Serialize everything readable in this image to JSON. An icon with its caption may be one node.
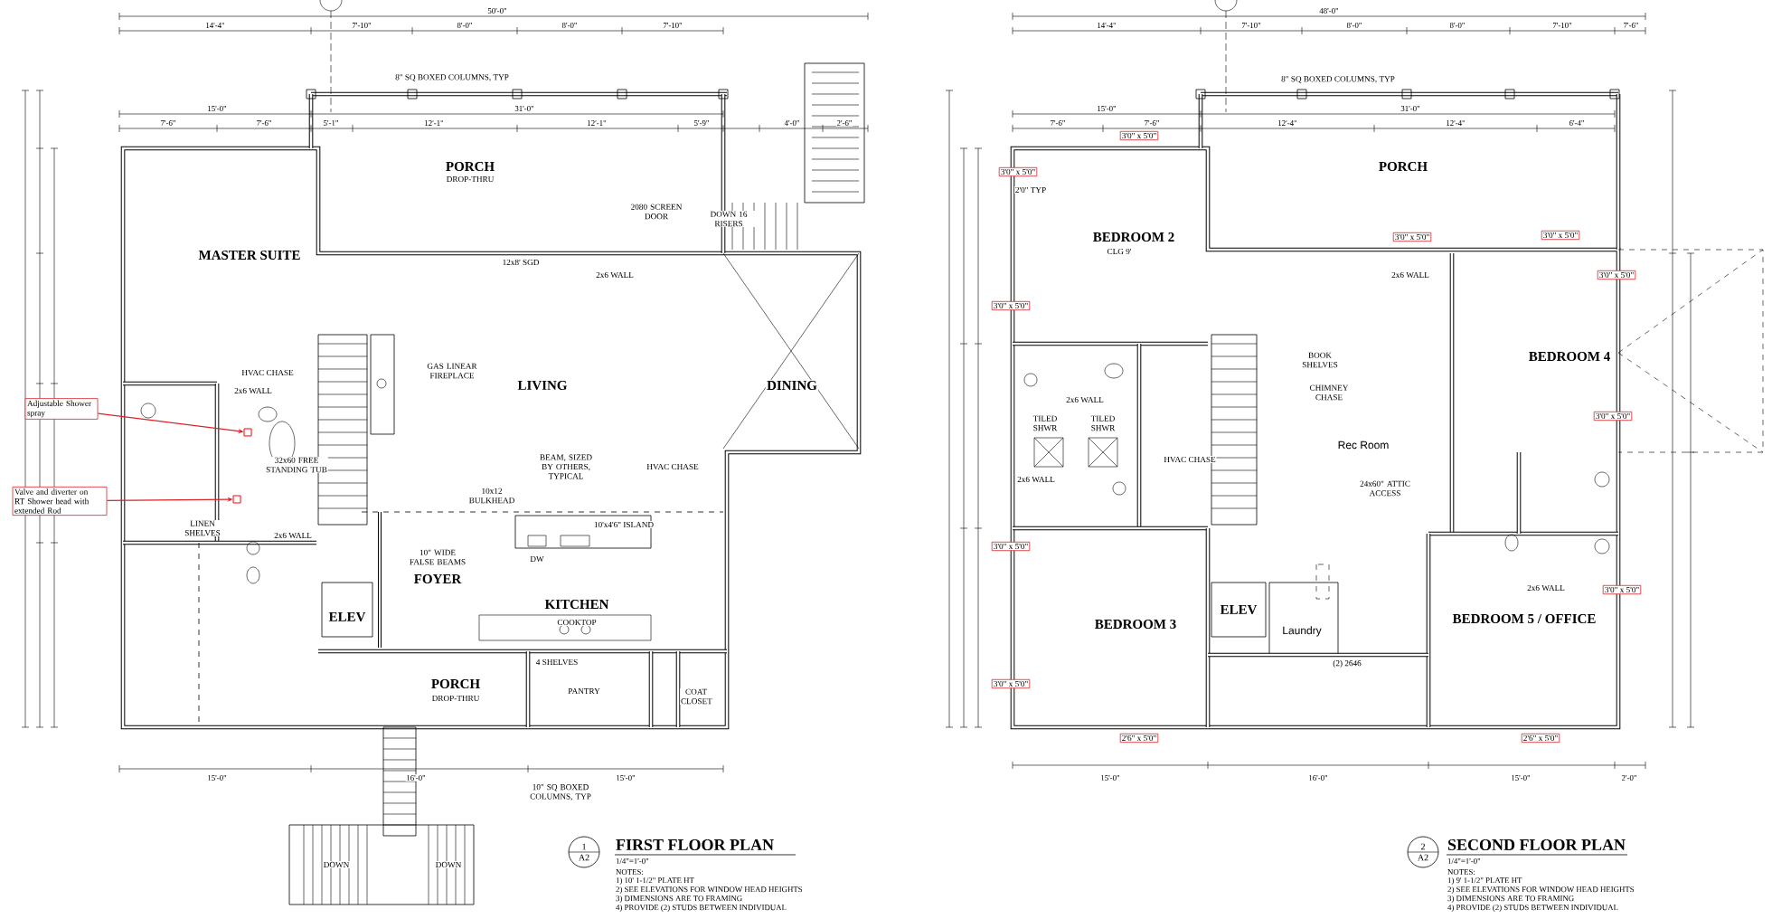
{
  "diagram": {
    "nodes": [
      {
        "text": [
          "Adjustable Shower spray"
        ]
      },
      {
        "text": [
          "Valve and diverter on RT Shower head with extended Rod"
        ]
      },
      {
        "text": [],
        "shape": "box"
      },
      {
        "text": [],
        "shape": "box"
      },
      {
        "text": [
          "1",
          "A2"
        ]
      },
      {
        "text": [
          "2",
          "A2"
        ]
      },
      {
        "text": [
          "3'0\" x 5'0\""
        ]
      },
      {
        "text": [
          "3'0\" x 5'0\""
        ]
      },
      {
        "text": [
          "3'0\" x 5'0\""
        ]
      },
      {
        "text": [
          "3'0\" x 5'0\""
        ]
      },
      {
        "text": [
          "3'0\" x 5'0\""
        ]
      },
      {
        "text": [
          "3'0\" x 5'0\""
        ]
      },
      {
        "text": [
          "3'0\" x 5'0\""
        ]
      },
      {
        "text": [
          "3'0\" x 5'0\""
        ]
      },
      {
        "text": [
          "3'0\" x 5'0\""
        ]
      },
      {
        "text": [
          "2'6\" x 5'0\""
        ]
      },
      {
        "text": [
          "2'6\" x 5'0\""
        ]
      },
      {
        "text": [
          "3'0\" x 5'0\""
        ]
      }
    ],
    "edges": [
      {
        "from": 0,
        "to": 2,
        "arrow": "to",
        "color": "#d8232a"
      },
      {
        "from": 1,
        "to": 3,
        "arrow": "to",
        "color": "#d8232a"
      }
    ],
    "labels": [
      "50'-0\"",
      "14'-4\"",
      "7'-10\"",
      "8'-0\"",
      "8'-0\"",
      "7'-10\"",
      "8\" SQ BOXED COLUMNS, TYP",
      "15'-0\"",
      "31'-0\"",
      "7'-6\"",
      "7'-6\"",
      "5'-1\"",
      "12'-1\"",
      "12'-1\"",
      "5'-9\"",
      "4'-0\"",
      "2'-6\"",
      "PORCH",
      "DROP-THRU",
      "2080 SCREEN DOOR",
      "DOWN 16 RISERS",
      "MASTER SUITE",
      "12x8' SGD",
      "2x6 WALL",
      "HVAC CHASE",
      "GAS LINEAR FIREPLACE",
      "LIVING",
      "DINING",
      "2x6 WALL",
      "32x60 FREE STANDING TUB",
      "BEAM, SIZED BY OTHERS, TYPICAL",
      "HVAC CHASE",
      "10x12 BULKHEAD",
      "10'x4'6\" ISLAND",
      "LINEN SHELVES",
      "2x6 WALL",
      "10\" WIDE FALSE BEAMS",
      "DW",
      "FOYER",
      "KITCHEN",
      "COOKTOP",
      "ELEV",
      "4 SHELVES",
      "PORCH",
      "DROP-THRU",
      "PANTRY",
      "COAT CLOSET",
      "15'-0\"",
      "16'-0\"",
      "15'-0\"",
      "10\" SQ BOXED COLUMNS, TYP",
      "DOWN",
      "DOWN",
      "FIRST FLOOR PLAN",
      "1/4\"=1'-0\"",
      "NOTES:",
      "1) 10' 1-1/2\" PLATE HT",
      "2) SEE ELEVATIONS FOR WINDOW HEAD HEIGHTS",
      "3) DIMENSIONS ARE TO FRAMING",
      "4) PROVIDE (2) STUDS BETWEEN INDIVIDUAL",
      "48'-0\"",
      "14'-4\"",
      "7'-10\"",
      "8'-0\"",
      "8'-0\"",
      "7'-10\"",
      "7'-6\"",
      "8\" SQ BOXED COLUMNS, TYP",
      "15'-0\"",
      "31'-0\"",
      "7'-6\"",
      "7'-6\"",
      "12'-4\"",
      "12'-4\"",
      "6'-4\"",
      "PORCH",
      "2'0\" TYP",
      "BEDROOM 2",
      "CLG 9'",
      "2x6 WALL",
      "BEDROOM 4",
      "BOOK SHELVES",
      "CHIMNEY CHASE",
      "2x6 WALL",
      "TILED SHWR",
      "TILED SHWR",
      "Rec Room",
      "HVAC CHASE",
      "2x6 WALL",
      "24x60\" ATTIC ACCESS",
      "2x6 WALL",
      "BEDROOM 3",
      "ELEV",
      "Laundry",
      "BEDROOM 5 / OFFICE",
      "(2) 2646",
      "15'-0\"",
      "16'-0\"",
      "15'-0\"",
      "2'-0\"",
      "SECOND FLOOR PLAN",
      "1/4\"=1'-0\"",
      "NOTES:",
      "1) 9' 1-1/2\" PLATE HT",
      "2) SEE ELEVATIONS FOR WINDOW HEAD HEIGHTS",
      "3) DIMENSIONS ARE TO FRAMING",
      "4) PROVIDE (2) STUDS BETWEEN INDIVIDUAL"
    ]
  }
}
